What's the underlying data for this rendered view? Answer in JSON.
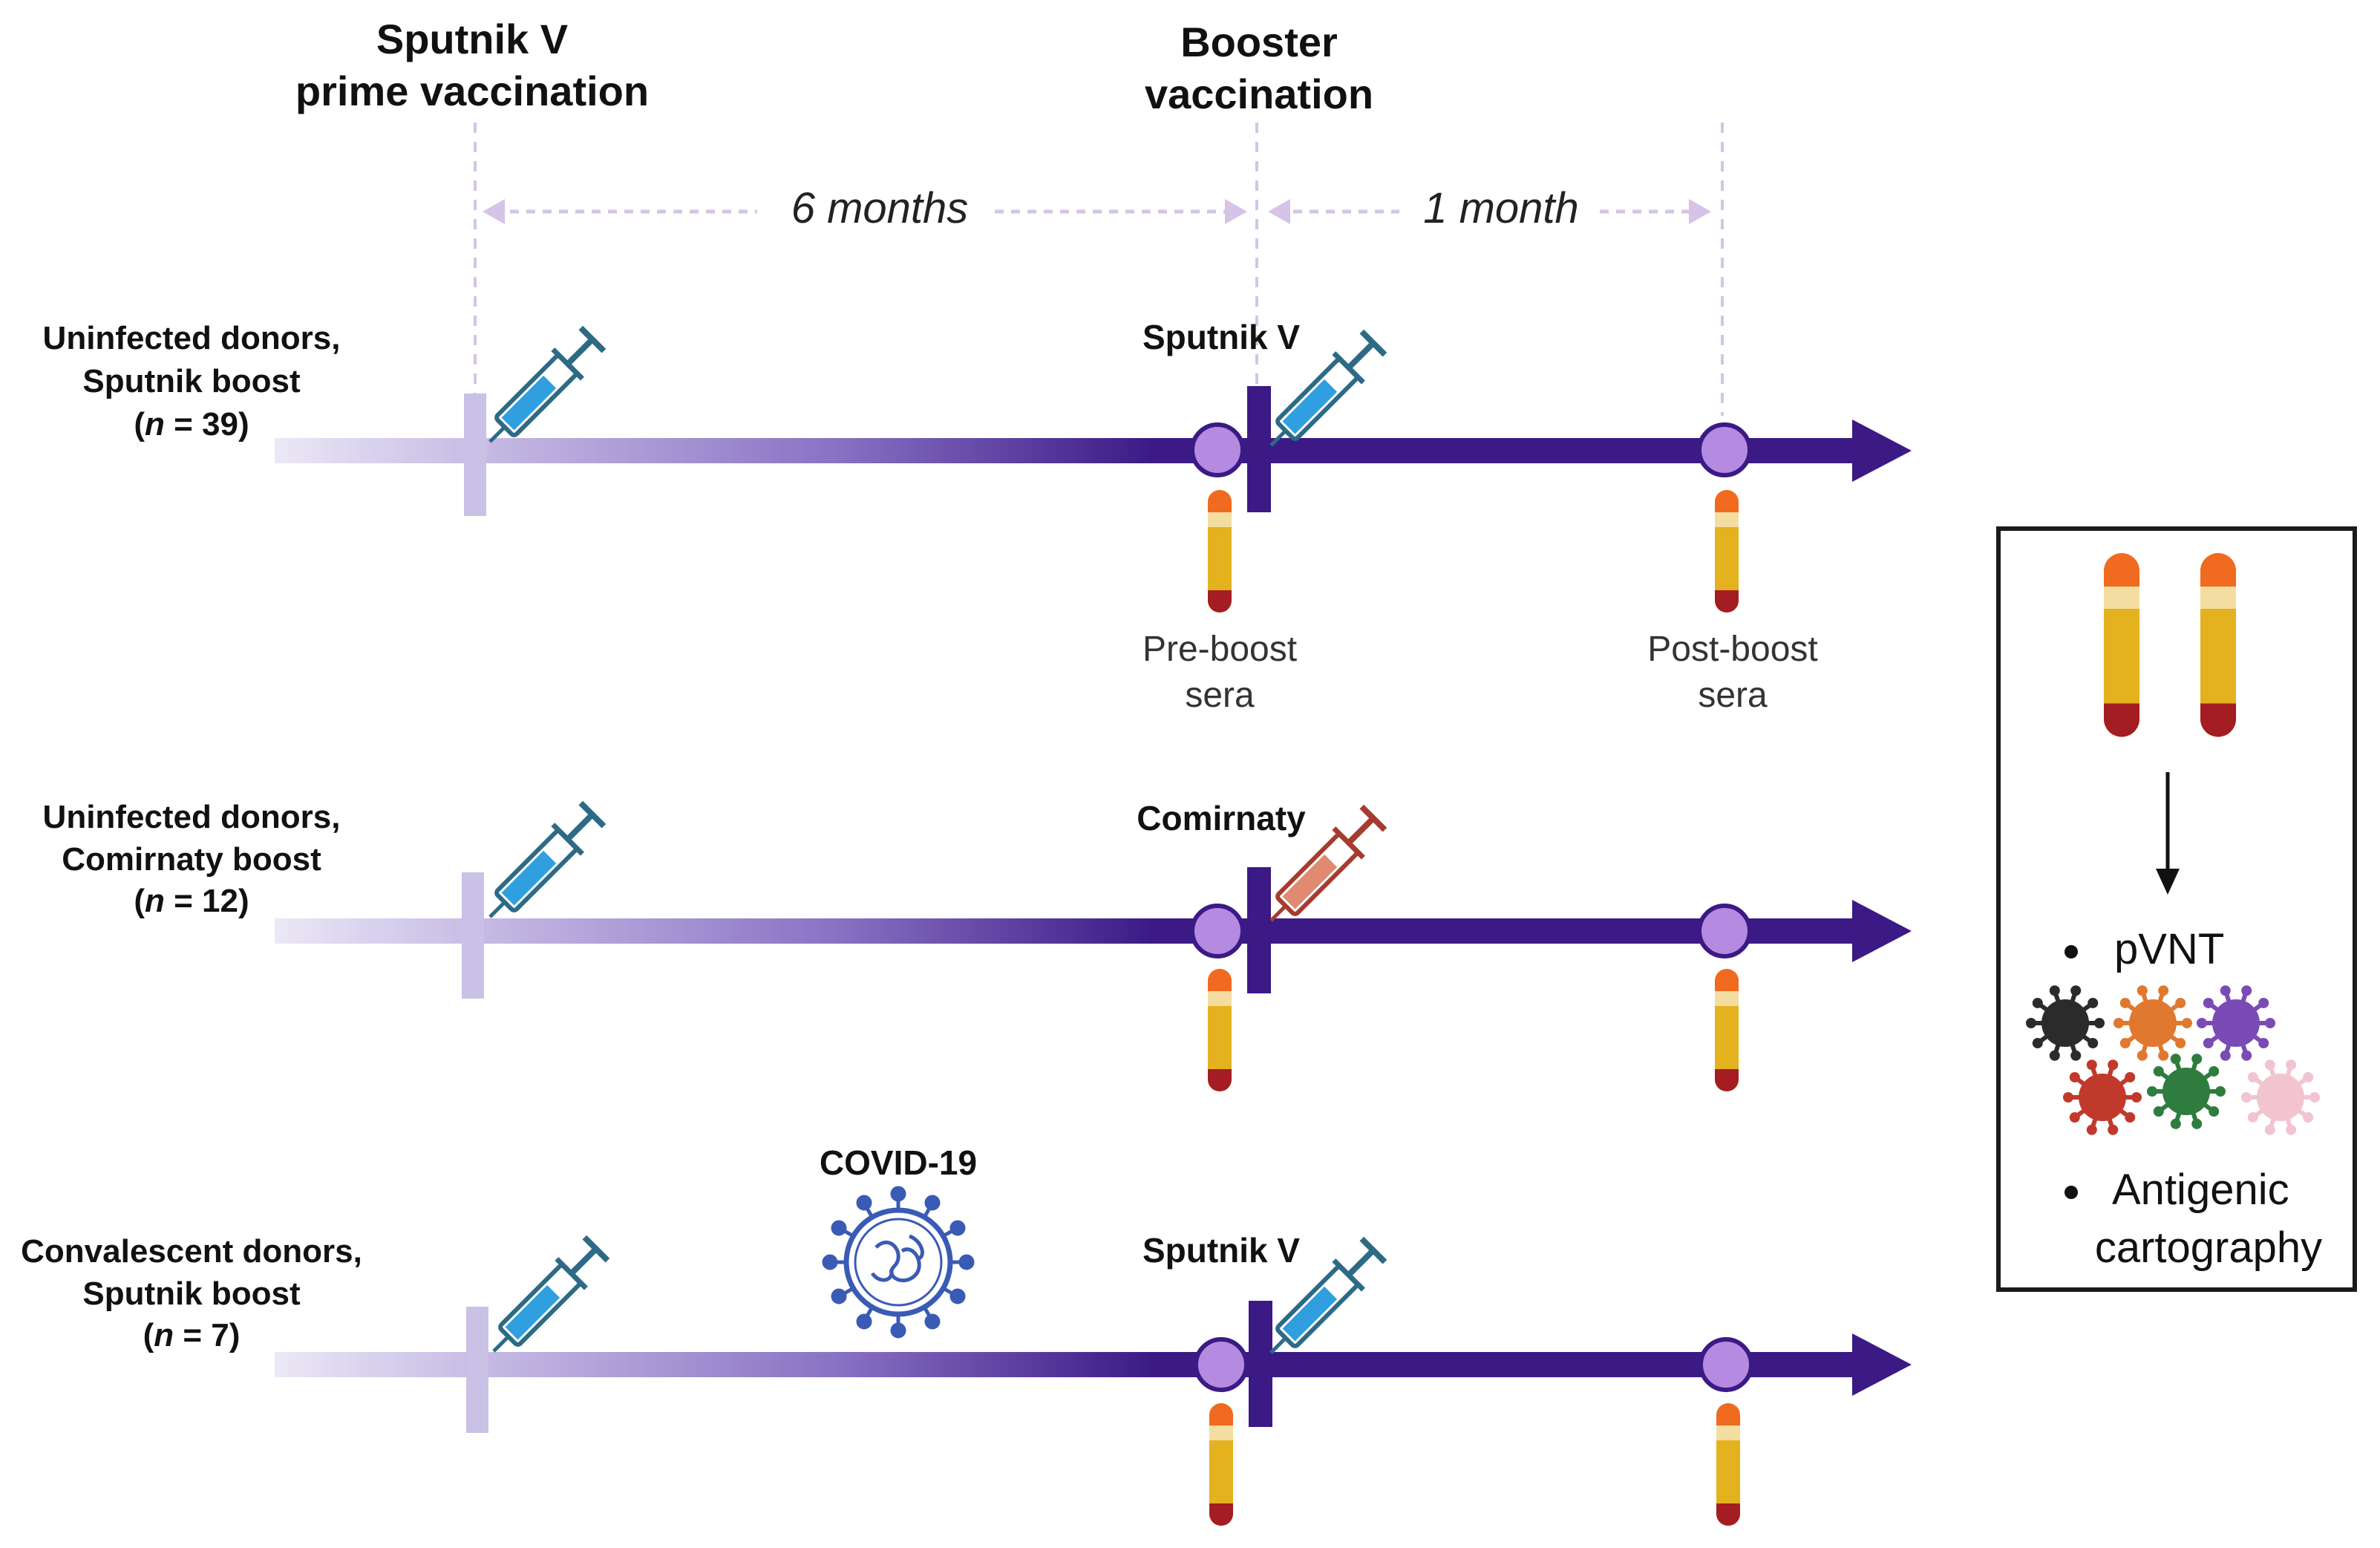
{
  "header": {
    "prime_line1": "Sputnik V",
    "prime_line2": "prime vaccination",
    "booster_line1": "Booster",
    "booster_line2": "vaccination",
    "interval_6": "6 months",
    "interval_1": "1 month"
  },
  "cohorts": [
    {
      "line1": "Uninfected donors,",
      "line2": "Sputnik boost",
      "n_prefix": "(",
      "n_italic": "n",
      "n_suffix": " = 39)",
      "booster": "Sputnik V",
      "syringe_color": "#2d6a86"
    },
    {
      "line1": "Uninfected donors,",
      "line2": "Comirnaty boost",
      "n_prefix": "(",
      "n_italic": "n",
      "n_suffix": " = 12)",
      "booster": "Comirnaty",
      "syringe_color": "#a63b2f"
    },
    {
      "line1": "Convalescent donors,",
      "line2": "Sputnik boost",
      "n_prefix": "(",
      "n_italic": "n",
      "n_suffix": " = 7)",
      "booster": "Sputnik V",
      "syringe_color": "#2d6a86"
    }
  ],
  "sera": {
    "pre_line1": "Pre-boost",
    "pre_line2": "sera",
    "post_line1": "Post-boost",
    "post_line2": "sera"
  },
  "infection_label": "COVID-19",
  "panel": {
    "item1": "pVNT",
    "item2_line1": "Antigenic",
    "item2_line2": "cartography",
    "virus_colors": [
      "#2b2b2b",
      "#e0782f",
      "#7b4bb5",
      "#c0392b",
      "#2e7d3f",
      "#f2c4d0"
    ]
  },
  "colors": {
    "timeline": "#3b1a86",
    "timeline_light": "#d9d2ee",
    "node": "#b48be0",
    "dashed": "#d6c3e8",
    "syringe_fluid": "#2f9fe0",
    "virus": "#3a5bb5"
  }
}
